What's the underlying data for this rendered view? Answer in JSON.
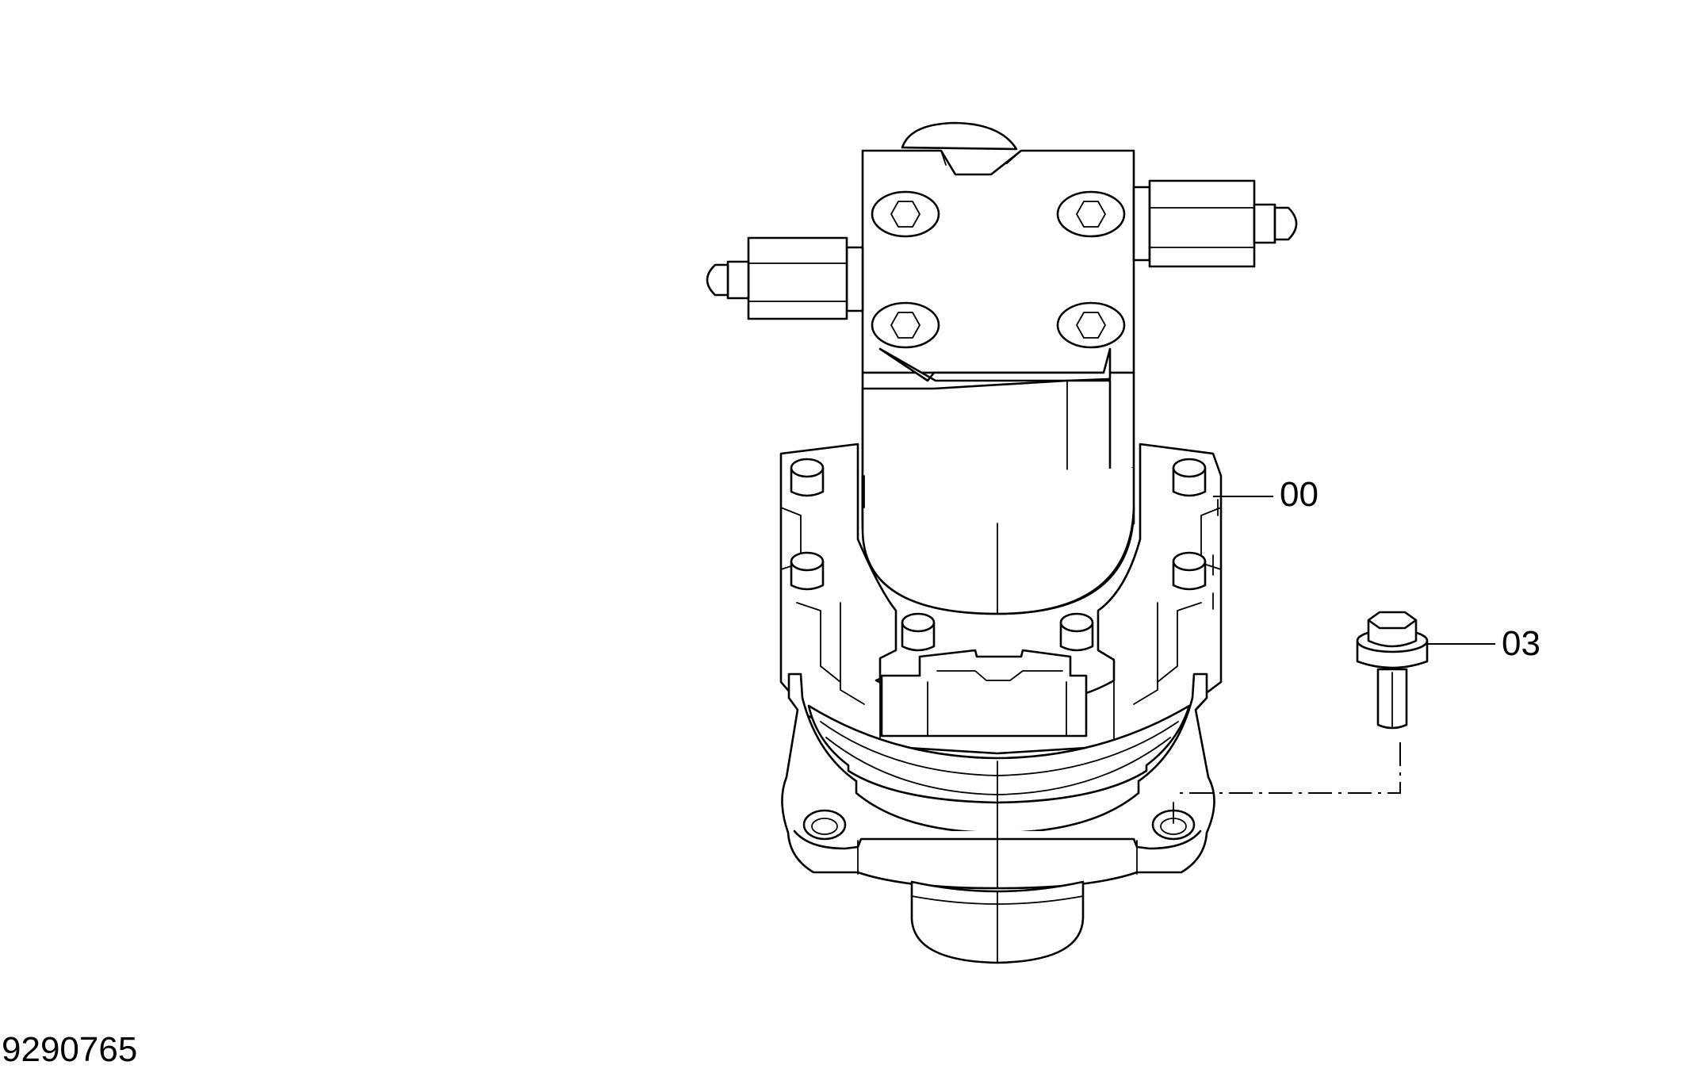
{
  "diagram": {
    "callouts": [
      {
        "id": "00",
        "label": "00"
      },
      {
        "id": "03",
        "label": "03"
      }
    ],
    "drawing_number": "9290765"
  }
}
